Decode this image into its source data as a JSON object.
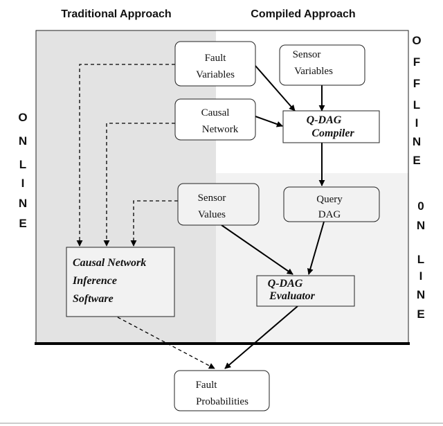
{
  "headers": {
    "traditional": "Traditional Approach",
    "compiled": "Compiled Approach"
  },
  "side_labels": {
    "left_online": [
      "O",
      "N",
      "L",
      "I",
      "N",
      "E"
    ],
    "right_offline": [
      "O",
      "F",
      "F",
      "L",
      "I",
      "N",
      "E"
    ],
    "right_online": [
      "0",
      "N",
      "L",
      "I",
      "N",
      "E"
    ]
  },
  "nodes": {
    "fault_variables": [
      "Fault",
      "Variables"
    ],
    "sensor_variables": [
      "Sensor",
      "Variables"
    ],
    "causal_network": [
      "Causal",
      "Network"
    ],
    "qdag_compiler": [
      "Q-DAG",
      "Compiler"
    ],
    "sensor_values": [
      "Sensor",
      "Values"
    ],
    "query_dag": [
      "Query",
      "DAG"
    ],
    "inference_software": [
      "Causal Network",
      "Inference",
      "Software"
    ],
    "qdag_evaluator": [
      "Q-DAG",
      "Evaluator"
    ],
    "fault_probabilities": [
      "Fault",
      "Probabilities"
    ]
  },
  "colors": {
    "traditional_region": "#e3e3e3",
    "offline_region": "#ffffff",
    "online_region": "#f2f2f2"
  }
}
